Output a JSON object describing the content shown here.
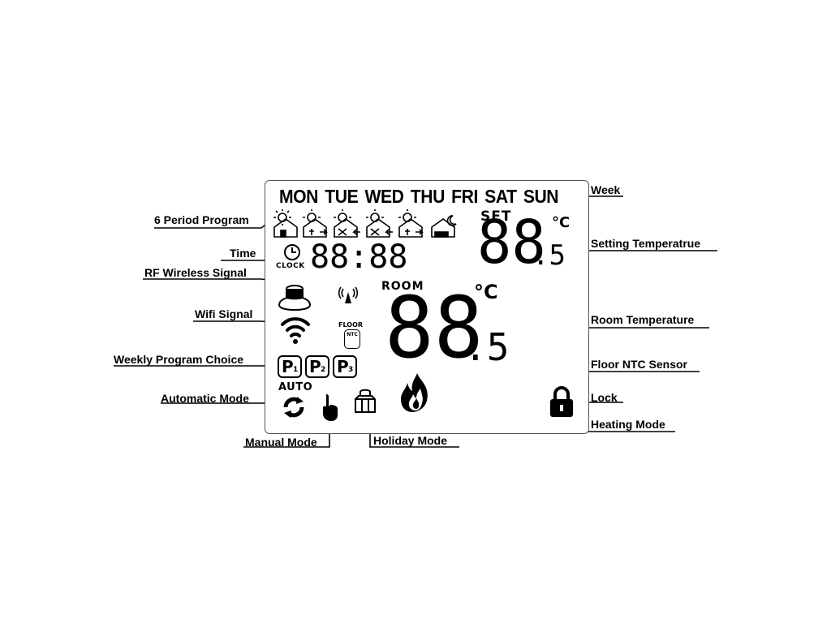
{
  "lcd": {
    "days": [
      "MON",
      "TUE",
      "WED",
      "THU",
      "FRI",
      "SAT",
      "SUN"
    ],
    "set_label": "SET",
    "room_label": "ROOM",
    "clock_label": "CLOCK",
    "floor_label": "FLOOR",
    "ntc_label": "NTC",
    "auto_label": "AUTO",
    "time_digits": "88:88",
    "set_digits": "88",
    "set_decimal": ".5",
    "room_digits": "88",
    "room_decimal": ".5",
    "unit": "°C",
    "programs": [
      {
        "letter": "P",
        "num": "1"
      },
      {
        "letter": "P",
        "num": "2"
      },
      {
        "letter": "P",
        "num": "3"
      }
    ],
    "period_icons": [
      "period-1-icon",
      "period-2-icon",
      "period-3-icon",
      "period-4-icon",
      "period-5-icon",
      "period-6-icon"
    ]
  },
  "labels": {
    "week": "Week",
    "period_program": "6 Period Program",
    "time": "Time",
    "rf_signal": "RF Wireless Signal",
    "wifi": "Wifi Signal",
    "weekly_program": "Weekly Program Choice",
    "automatic": "Automatic Mode",
    "manual": "Manual Mode",
    "holiday": "Holiday Mode",
    "setting_temp": "Setting Temperatrue",
    "room_temp": "Room Temperature",
    "floor_ntc": "Floor NTC Sensor",
    "lock": "Lock",
    "heating": "Heating Mode"
  }
}
